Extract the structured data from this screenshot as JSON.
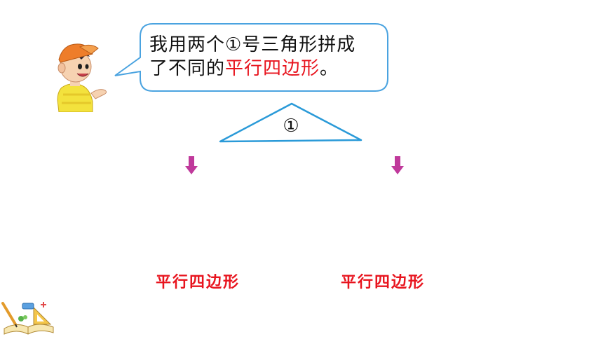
{
  "speech": {
    "line1": "我用两个①号三角形拼成",
    "line2_plain": "了不同的",
    "line2_highlight": "平行四边形",
    "line2_end": "。"
  },
  "triangle": {
    "label": "①"
  },
  "results": [
    {
      "label": "平行四边形"
    },
    {
      "label": "平行四边形"
    }
  ],
  "colors": {
    "accent_red": "#e8141e",
    "bubble_border": "#4aa3e0",
    "triangle_stroke": "#2a9ad8",
    "arrow_fill": "#c0399b"
  },
  "icons": [
    "boy-character-icon",
    "down-arrow-icon",
    "stationery-decoration-icon"
  ]
}
